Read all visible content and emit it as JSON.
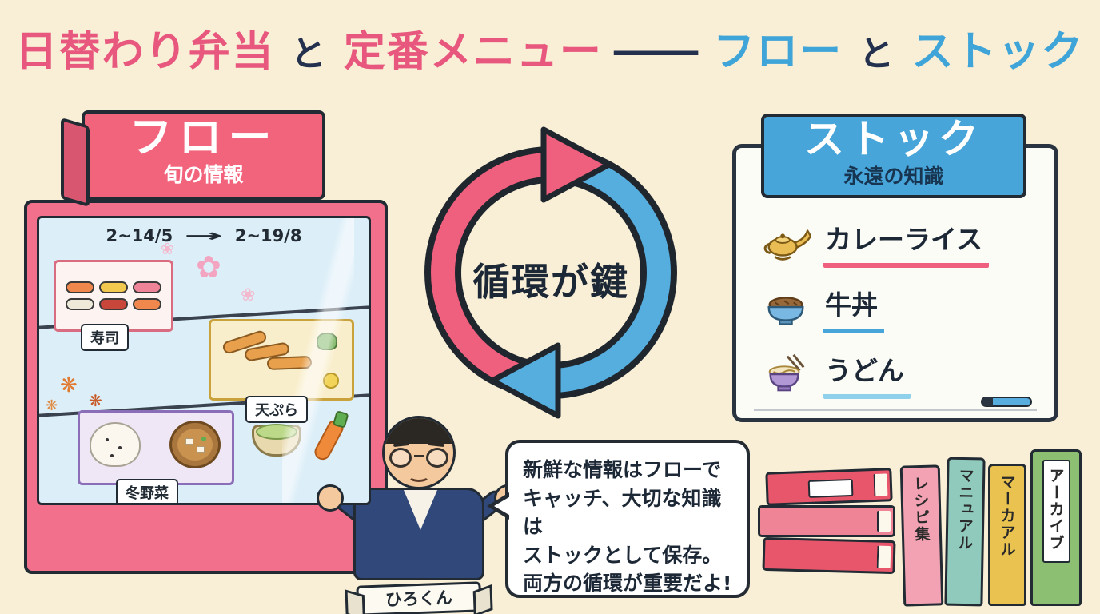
{
  "title": {
    "part_daily": "日替わり弁当",
    "conn1": "と",
    "part_standard": "定番メニュー",
    "dash": "―",
    "part_flow": "フロー",
    "conn2": "と",
    "part_stock": "ストック"
  },
  "flow_case": {
    "header": "フロー",
    "subheader": "旬の情報",
    "date_start": "2~14/5",
    "date_arrow": "→",
    "date_end": "2~19/8",
    "item_sushi": "寿司",
    "item_tempura": "天ぷら",
    "item_winter": "冬野菜"
  },
  "cycle": {
    "center_text": "循環が鍵"
  },
  "stock_board": {
    "header": "ストック",
    "subheader": "永遠の知識",
    "menu": [
      {
        "icon": "magic-lamp-icon",
        "label": "カレーライス",
        "underline_color": "#ef5f7e"
      },
      {
        "icon": "gyudon-bowl-icon",
        "label": "牛丼",
        "underline_color": "#48a5d9"
      },
      {
        "icon": "udon-bowl-icon",
        "label": "うどん",
        "underline_color": "#8fd0ea"
      }
    ]
  },
  "character": {
    "name": "ひろくん",
    "speech": "新鮮な情報はフローで\nキャッチ、大切な知識は\nストックとして保存。\n両方の循環が重要だよ!"
  },
  "books": {
    "spine1": "レシピ集",
    "spine2": "マニュアル",
    "spine3": "マーカアル",
    "spine4": "アーカイブ"
  },
  "icons": {
    "blossom": "✿",
    "petal": "❀",
    "maple_leaf": "❋"
  },
  "colors": {
    "background": "#f8efd6",
    "pink": "#ef5f7e",
    "blue": "#48a5d9",
    "outline": "#222b33"
  }
}
